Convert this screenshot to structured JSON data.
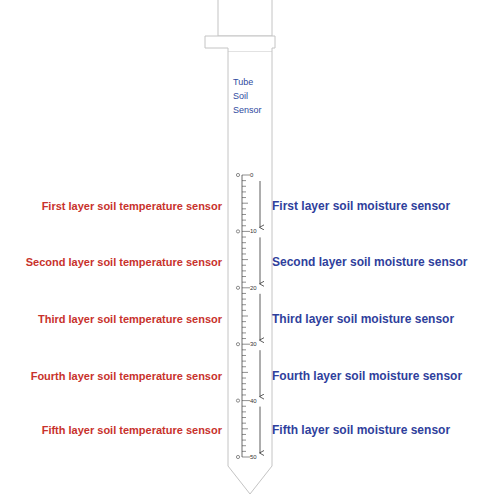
{
  "diagram": {
    "nodes": [
      {
        "text": [
          "Tube Soil Sensor"
        ]
      }
    ],
    "labels": [
      "First layer soil temperature sensor",
      "First layer soil moisture sensor",
      "Second layer soil temperature sensor",
      "Second layer soil moisture sensor",
      "Third layer soil temperature sensor",
      "Third layer soil moisture sensor",
      "Fourth layer soil temperature sensor",
      "Fourth layer soil moisture sensor",
      "Fifth layer soil temperature sensor",
      "Fifth layer soil moisture sensor",
      "0",
      "10",
      "20",
      "30",
      "40",
      "50"
    ]
  }
}
